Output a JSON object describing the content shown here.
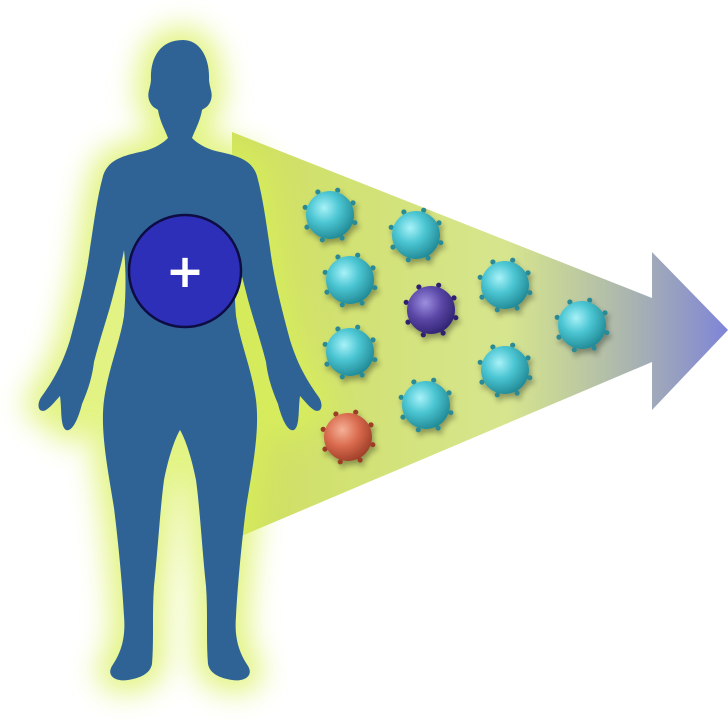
{
  "badge": {
    "symbol": "+",
    "fill": "#2e2fb8",
    "stroke": "#0d0d44"
  },
  "colors": {
    "figure": "#2f6396",
    "glow": "#d9f05a",
    "arrow_start": "#b6d63b",
    "arrow_end": "#7e84d8",
    "cell_normal": "#48c3d0",
    "cell_purple": "#5a47a6",
    "cell_red": "#d96a4e",
    "spike": "#2a8a95"
  },
  "cells": [
    {
      "kind": "normal",
      "row": 1,
      "col": 1
    },
    {
      "kind": "normal",
      "row": 1,
      "col": 2
    },
    {
      "kind": "normal",
      "row": 2,
      "col": 1
    },
    {
      "kind": "normal",
      "row": 2,
      "col": 3
    },
    {
      "kind": "purple",
      "row": 2,
      "col": 2
    },
    {
      "kind": "normal",
      "row": 2,
      "col": 4
    },
    {
      "kind": "normal",
      "row": 3,
      "col": 1
    },
    {
      "kind": "normal",
      "row": 3,
      "col": 3
    },
    {
      "kind": "normal",
      "row": 4,
      "col": 2
    },
    {
      "kind": "red",
      "row": 4,
      "col": 1
    }
  ]
}
